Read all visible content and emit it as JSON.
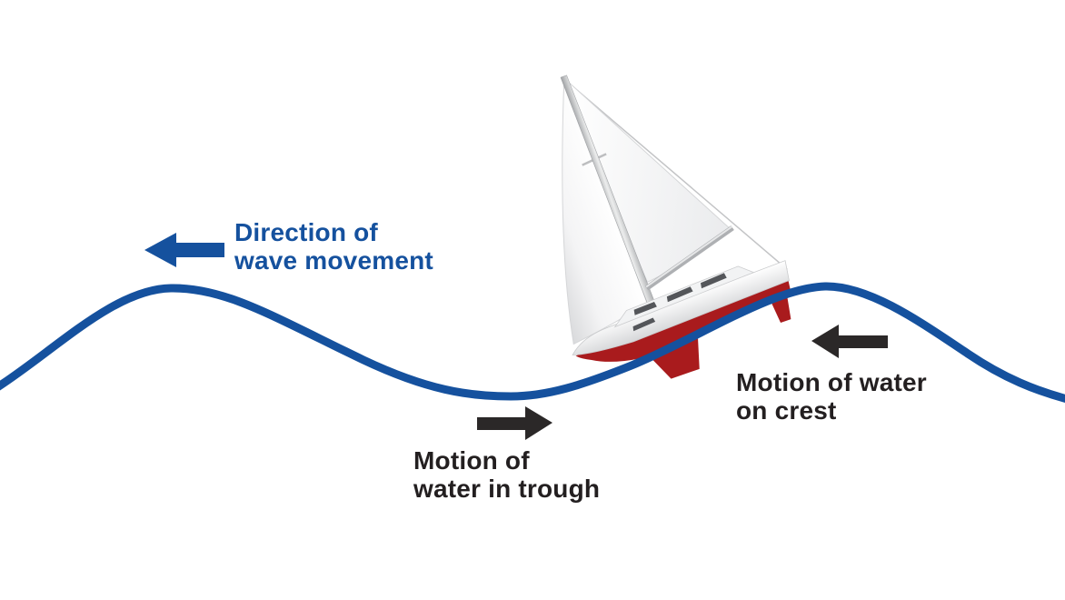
{
  "illustration": {
    "name": "sailboat-riding-ocean-wave",
    "wave_color": "#15519E",
    "hull_red": "#A91B1D",
    "sail_color": "#FFFFFF",
    "window_color": "#54565A",
    "background": "#FFFFFF"
  },
  "labels": {
    "wave_direction": {
      "line1": "Direction of",
      "line2": "wave movement",
      "color": "#15519E",
      "arrow_direction": "left"
    },
    "trough": {
      "line1": "Motion of",
      "line2": "water in trough",
      "color": "#231F20",
      "arrow_direction": "right"
    },
    "crest": {
      "line1": "Motion of water",
      "line2": "on crest",
      "color": "#231F20",
      "arrow_direction": "left"
    }
  },
  "arrows": {
    "wave_direction": {
      "name": "arrow-left-icon",
      "color": "#15519E"
    },
    "trough": {
      "name": "arrow-right-icon",
      "color": "#2B2828"
    },
    "crest": {
      "name": "arrow-left-icon",
      "color": "#2B2828"
    }
  }
}
